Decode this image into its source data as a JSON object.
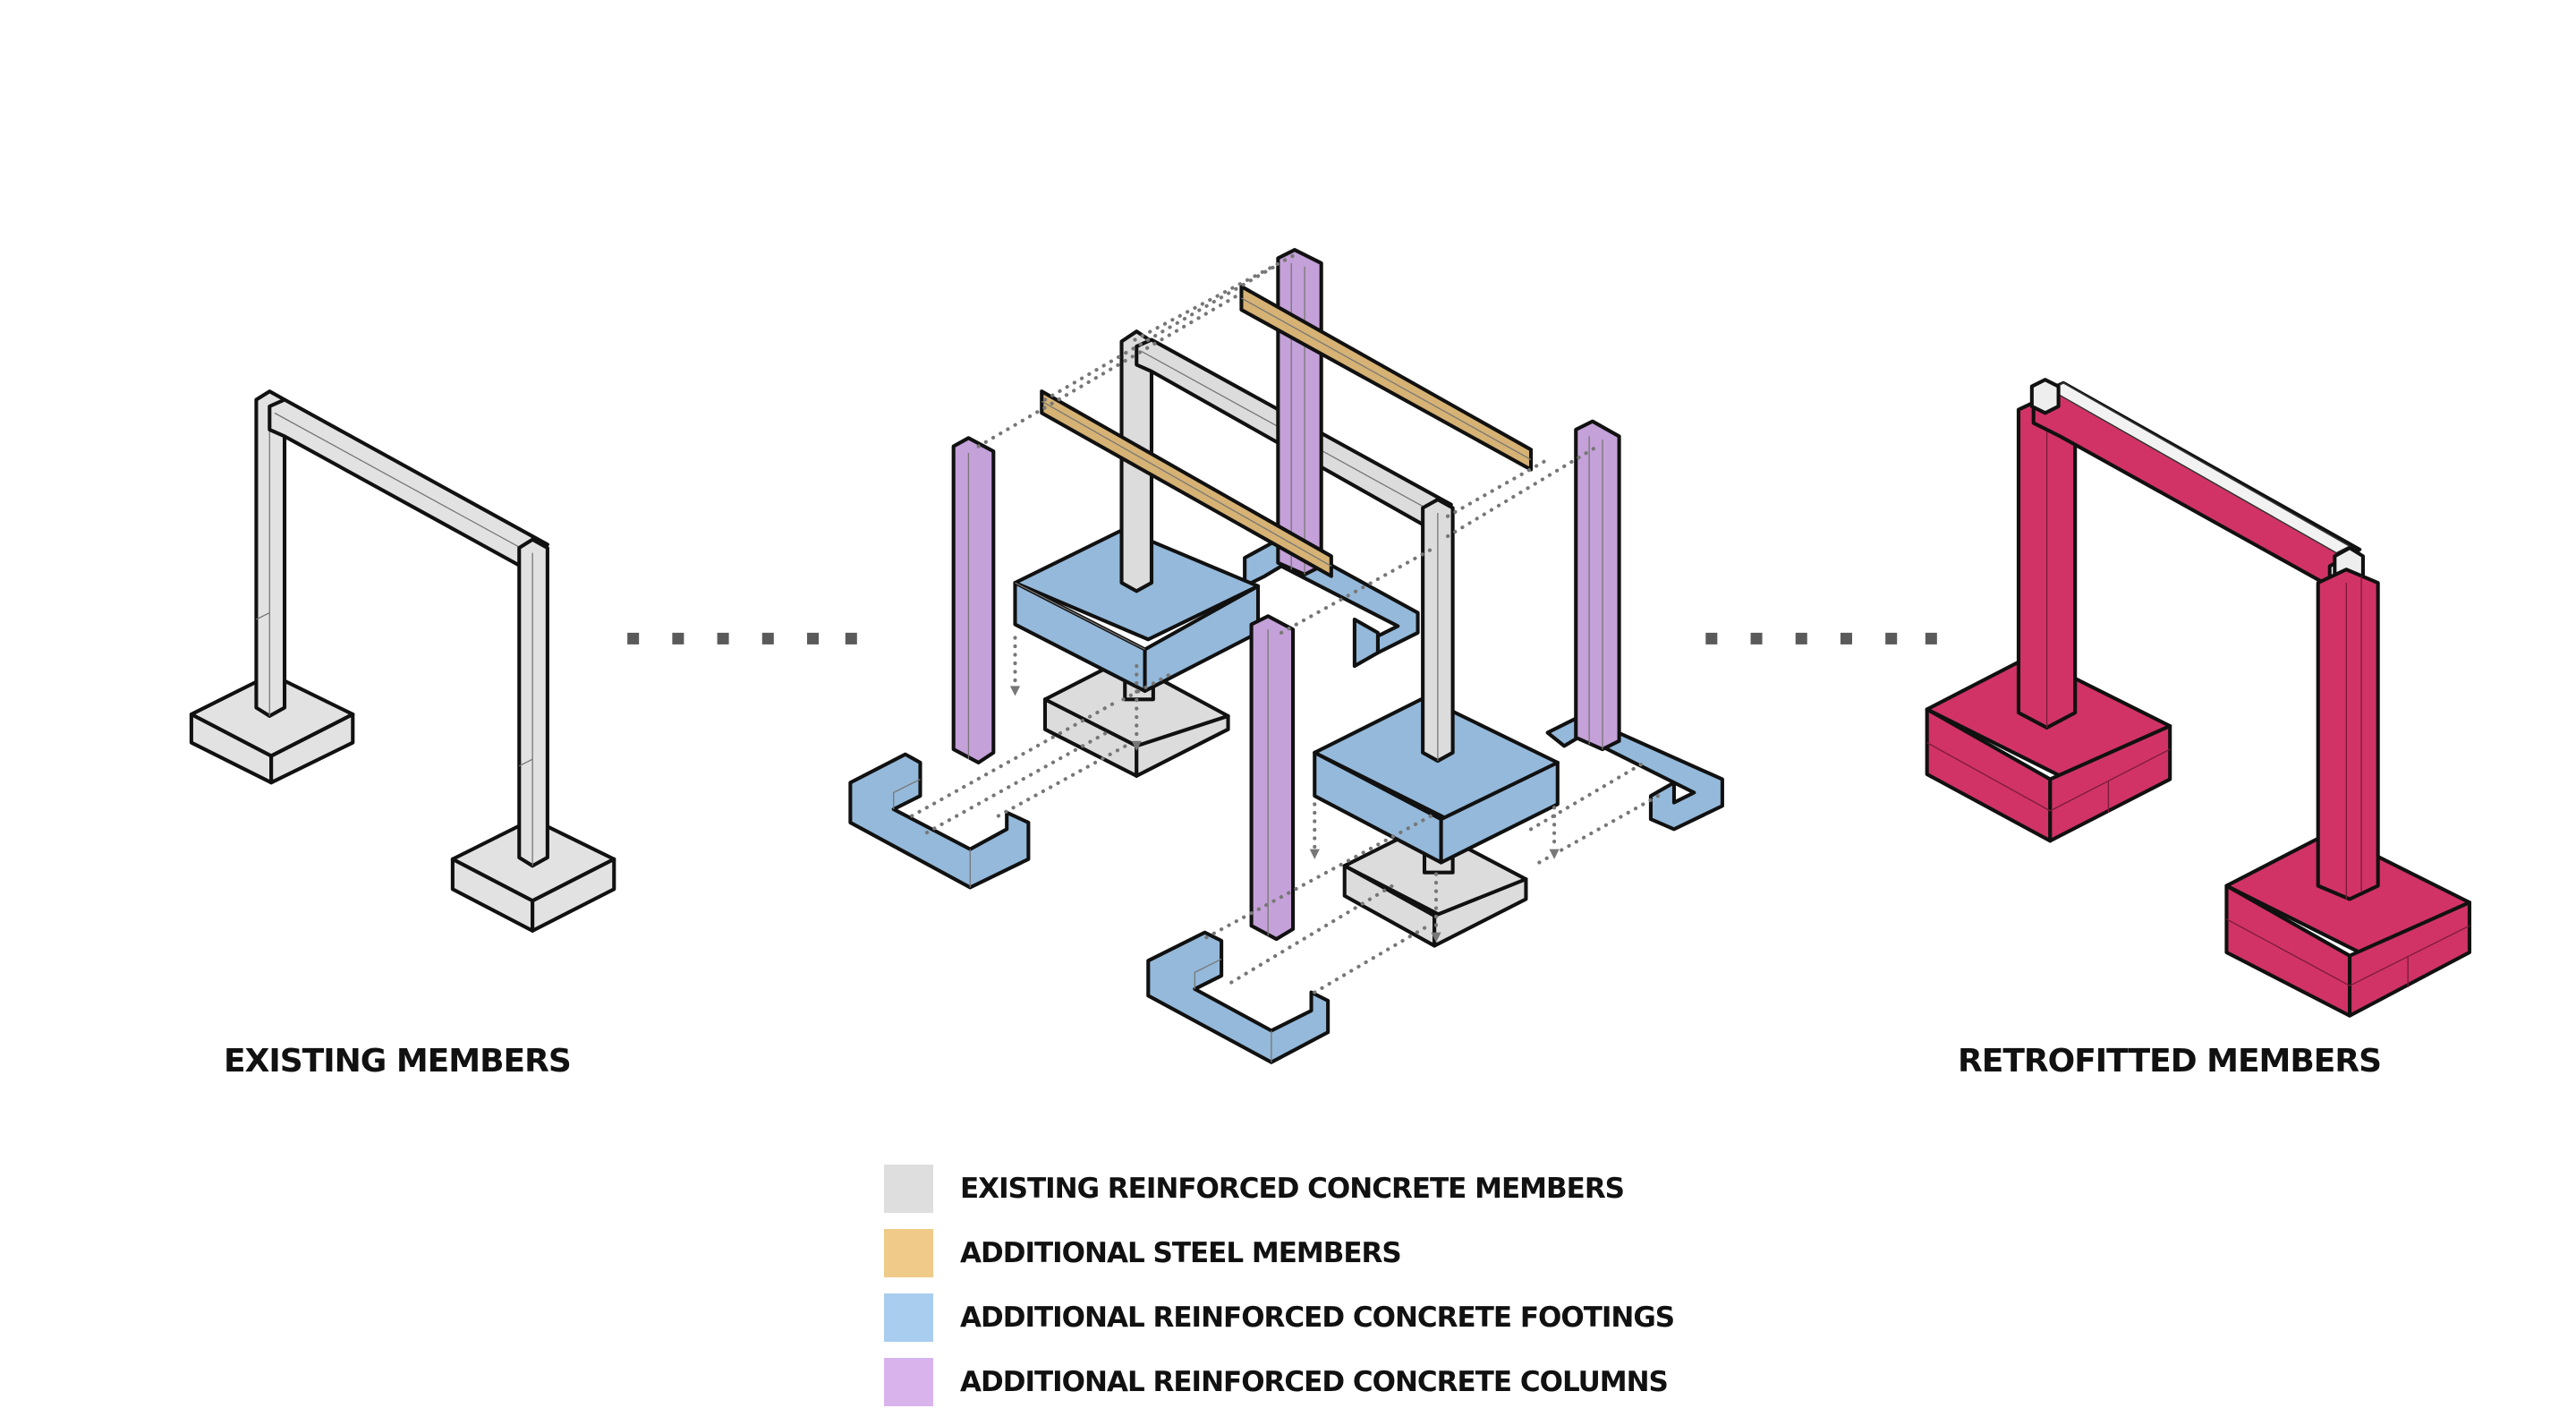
{
  "diagram": {
    "panels": [
      {
        "id": "existing",
        "label": "EXISTING MEMBERS"
      },
      {
        "id": "exploded",
        "label": ""
      },
      {
        "id": "retrofitted",
        "label": "RETROFITTED MEMBERS"
      }
    ],
    "connector": "dotted-ellipsis"
  },
  "colors": {
    "existing_concrete": "#dcdcdc",
    "steel": "#d6b274",
    "footings": "#94b9da",
    "columns": "#c4a1d8",
    "retrofitted": "#d13366",
    "legend_existing": "#dedede",
    "legend_steel": "#f0ca88",
    "legend_footings": "#a8cdee",
    "legend_columns": "#d9b3ec"
  },
  "legend": {
    "items": [
      {
        "label": "EXISTING REINFORCED CONCRETE MEMBERS",
        "color": "#dedede"
      },
      {
        "label": "ADDITIONAL STEEL MEMBERS",
        "color": "#f0ca88"
      },
      {
        "label": "ADDITIONAL REINFORCED CONCRETE FOOTINGS",
        "color": "#a8cdee"
      },
      {
        "label": "ADDITIONAL REINFORCED CONCRETE COLUMNS",
        "color": "#d9b3ec"
      }
    ]
  }
}
